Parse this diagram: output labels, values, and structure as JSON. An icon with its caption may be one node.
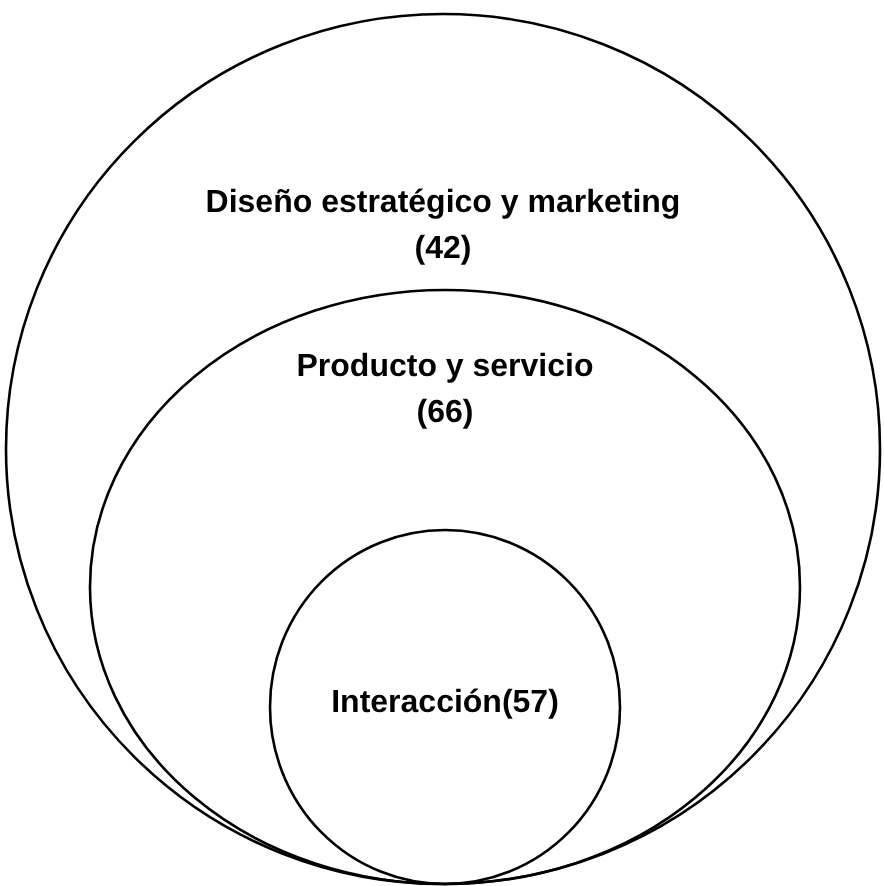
{
  "diagram": {
    "nodes": [
      {
        "text": [
          "Diseño estratégico y marketing (42)"
        ]
      },
      {
        "text": [
          "Producto y servicio (66)"
        ],
        "in": 0
      },
      {
        "text": [
          "Interacción(57)"
        ],
        "in": 1
      }
    ]
  }
}
